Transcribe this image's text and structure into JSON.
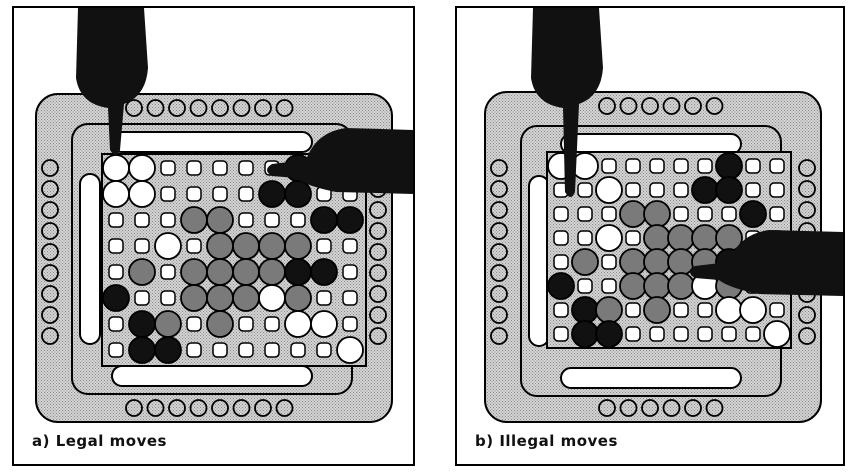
{
  "panels": [
    {
      "id": "a",
      "caption": "a) Legal moves",
      "board": [
        "ww.....X..",
        "ww....XX..",
        "...GG...XX",
        "..w.GGGG..",
        ".G.GGGGXX.",
        "X..GGGwG..",
        ".XG.G..ww.",
        ".XX......w"
      ]
    },
    {
      "id": "b",
      "caption": "b) Illegal moves",
      "board": [
        "ww.....X..",
        "..w...XX..",
        "...GG...X.",
        "..w.GGGG..",
        ".G.GGGGXX.",
        "X..GGGwG..",
        ".XG.G..ww.",
        ".XX......w"
      ]
    }
  ],
  "legend": {
    "cell_codes": {
      ".": "empty hole",
      "w": "white marble",
      "G": "grey marble",
      "X": "black marble"
    }
  },
  "colors": {
    "border": "#000000",
    "frame_fill": "#c8c8c8",
    "white_marble": "#ffffff",
    "grey_marble": "#7a7a7a",
    "black_marble": "#111111",
    "hand": "#111111"
  }
}
